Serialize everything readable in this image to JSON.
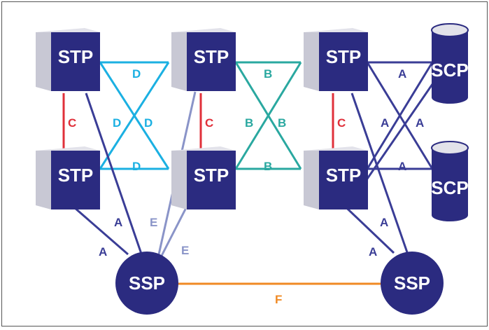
{
  "colors": {
    "node": "#2b2b80",
    "node_side": "#c8c8d4",
    "node_top": "#e2e2ea",
    "link_A": "#3a3d96",
    "link_B": "#2aa8a0",
    "link_C": "#e0303a",
    "link_D": "#1bb0e2",
    "link_E": "#8a94c8",
    "link_F": "#f08a24"
  },
  "nodes": {
    "stp_1": "STP",
    "stp_2": "STP",
    "stp_3": "STP",
    "stp_4": "STP",
    "stp_5": "STP",
    "stp_6": "STP",
    "scp_1": "SCP",
    "scp_2": "SCP",
    "ssp_1": "SSP",
    "ssp_2": "SSP"
  },
  "link_labels": {
    "a": "A",
    "b": "B",
    "c": "C",
    "d": "D",
    "e": "E",
    "f": "F"
  }
}
